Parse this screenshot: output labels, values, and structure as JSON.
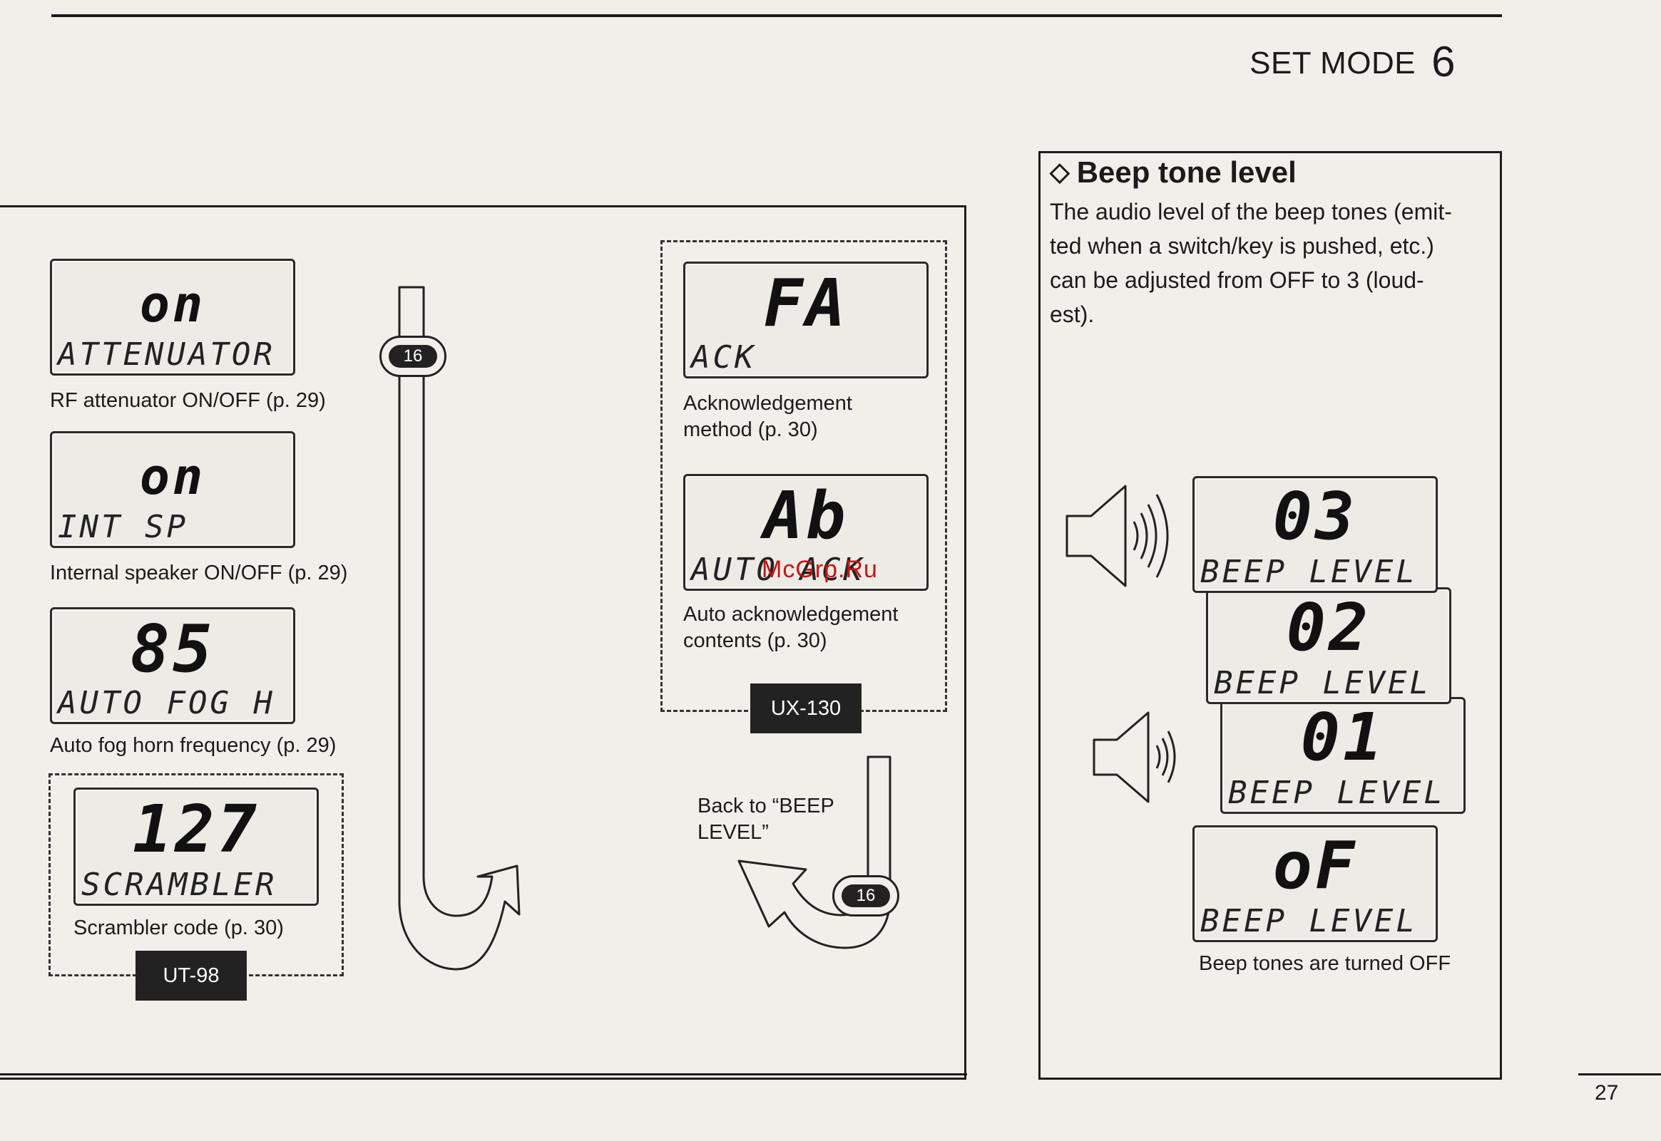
{
  "header": {
    "title": "SET MODE",
    "chapter_number": "6"
  },
  "page_number": "27",
  "watermark": "McGrp.Ru",
  "left_panel": {
    "items": [
      {
        "display_main": "on",
        "display_sub": "ATTENUATOR",
        "caption": "RF attenuator ON/OFF (p. 29)"
      },
      {
        "display_main": "on",
        "display_sub": "INT SP",
        "caption": "Internal speaker ON/OFF (p. 29)"
      },
      {
        "display_main": "85",
        "display_sub": "AUTO FOG H",
        "caption": "Auto fog horn frequency (p. 29)"
      },
      {
        "display_main": "127",
        "display_sub": "SCRAMBLER",
        "caption": "Scrambler code (p. 30)"
      }
    ],
    "option_tag": "UT-98",
    "key_label": "16"
  },
  "middle_panel": {
    "items": [
      {
        "display_main": "FA",
        "display_sub": "ACK",
        "caption_line1": "Acknowledgement",
        "caption_line2": "method (p. 30)"
      },
      {
        "display_main": "Ab",
        "display_sub": "AUTO ACK",
        "caption_line1": "Auto acknowledgement",
        "caption_line2": "contents (p. 30)"
      }
    ],
    "option_tag": "UX-130",
    "back_note_line1": "Back to “BEEP",
    "back_note_line2": "LEVEL”",
    "key_label": "16"
  },
  "beep_section": {
    "title": "Beep tone level",
    "description_lines": [
      "The audio level of the beep tones (emit-",
      "ted when a switch/key is pushed, etc.)",
      "can be adjusted from OFF to 3 (loud-",
      "est)."
    ],
    "displays": [
      {
        "display_main": "03",
        "display_sub": "BEEP LEVEL"
      },
      {
        "display_main": "02",
        "display_sub": "BEEP LEVEL"
      },
      {
        "display_main": "01",
        "display_sub": "BEEP LEVEL"
      },
      {
        "display_main": "oF",
        "display_sub": "BEEP LEVEL"
      }
    ],
    "off_caption": "Beep tones are turned OFF"
  }
}
